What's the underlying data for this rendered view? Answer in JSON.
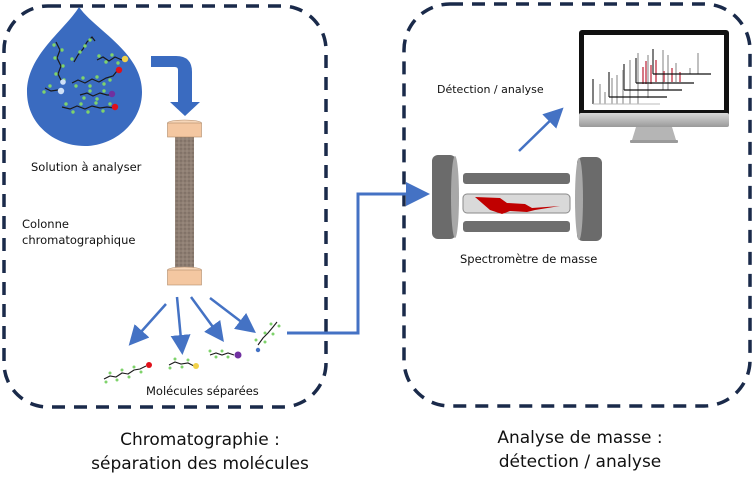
{
  "sections": {
    "chromatography": {
      "caption_line1": "Chromatographie :",
      "caption_line2": "séparation des molécules",
      "labels": {
        "solution": "Solution à analyser",
        "column_line1": "Colonne",
        "column_line2": "chromatographique",
        "separated": "Molécules séparées"
      }
    },
    "mass_analysis": {
      "caption_line1": "Analyse de masse :",
      "caption_line2": "détection / analyse",
      "labels": {
        "detection": "Détection / analyse",
        "spectrometer": "Spectromètre de masse"
      }
    }
  },
  "colors": {
    "dashed_border": "#1a2a4a",
    "arrow": "#4472c4",
    "drop": "#3a6bc0",
    "column_cap": "#f4c7a1",
    "column_body": "#8c7b6f",
    "spectrometer_gray": "#6b6b6b",
    "lightning": "#c00000",
    "molecule_green": "#7fd36b",
    "molecule_red": "#e0101a",
    "molecule_yellow": "#f2d24a",
    "molecule_purple": "#7030a0",
    "molecule_lightblue": "#cfe0f7"
  }
}
